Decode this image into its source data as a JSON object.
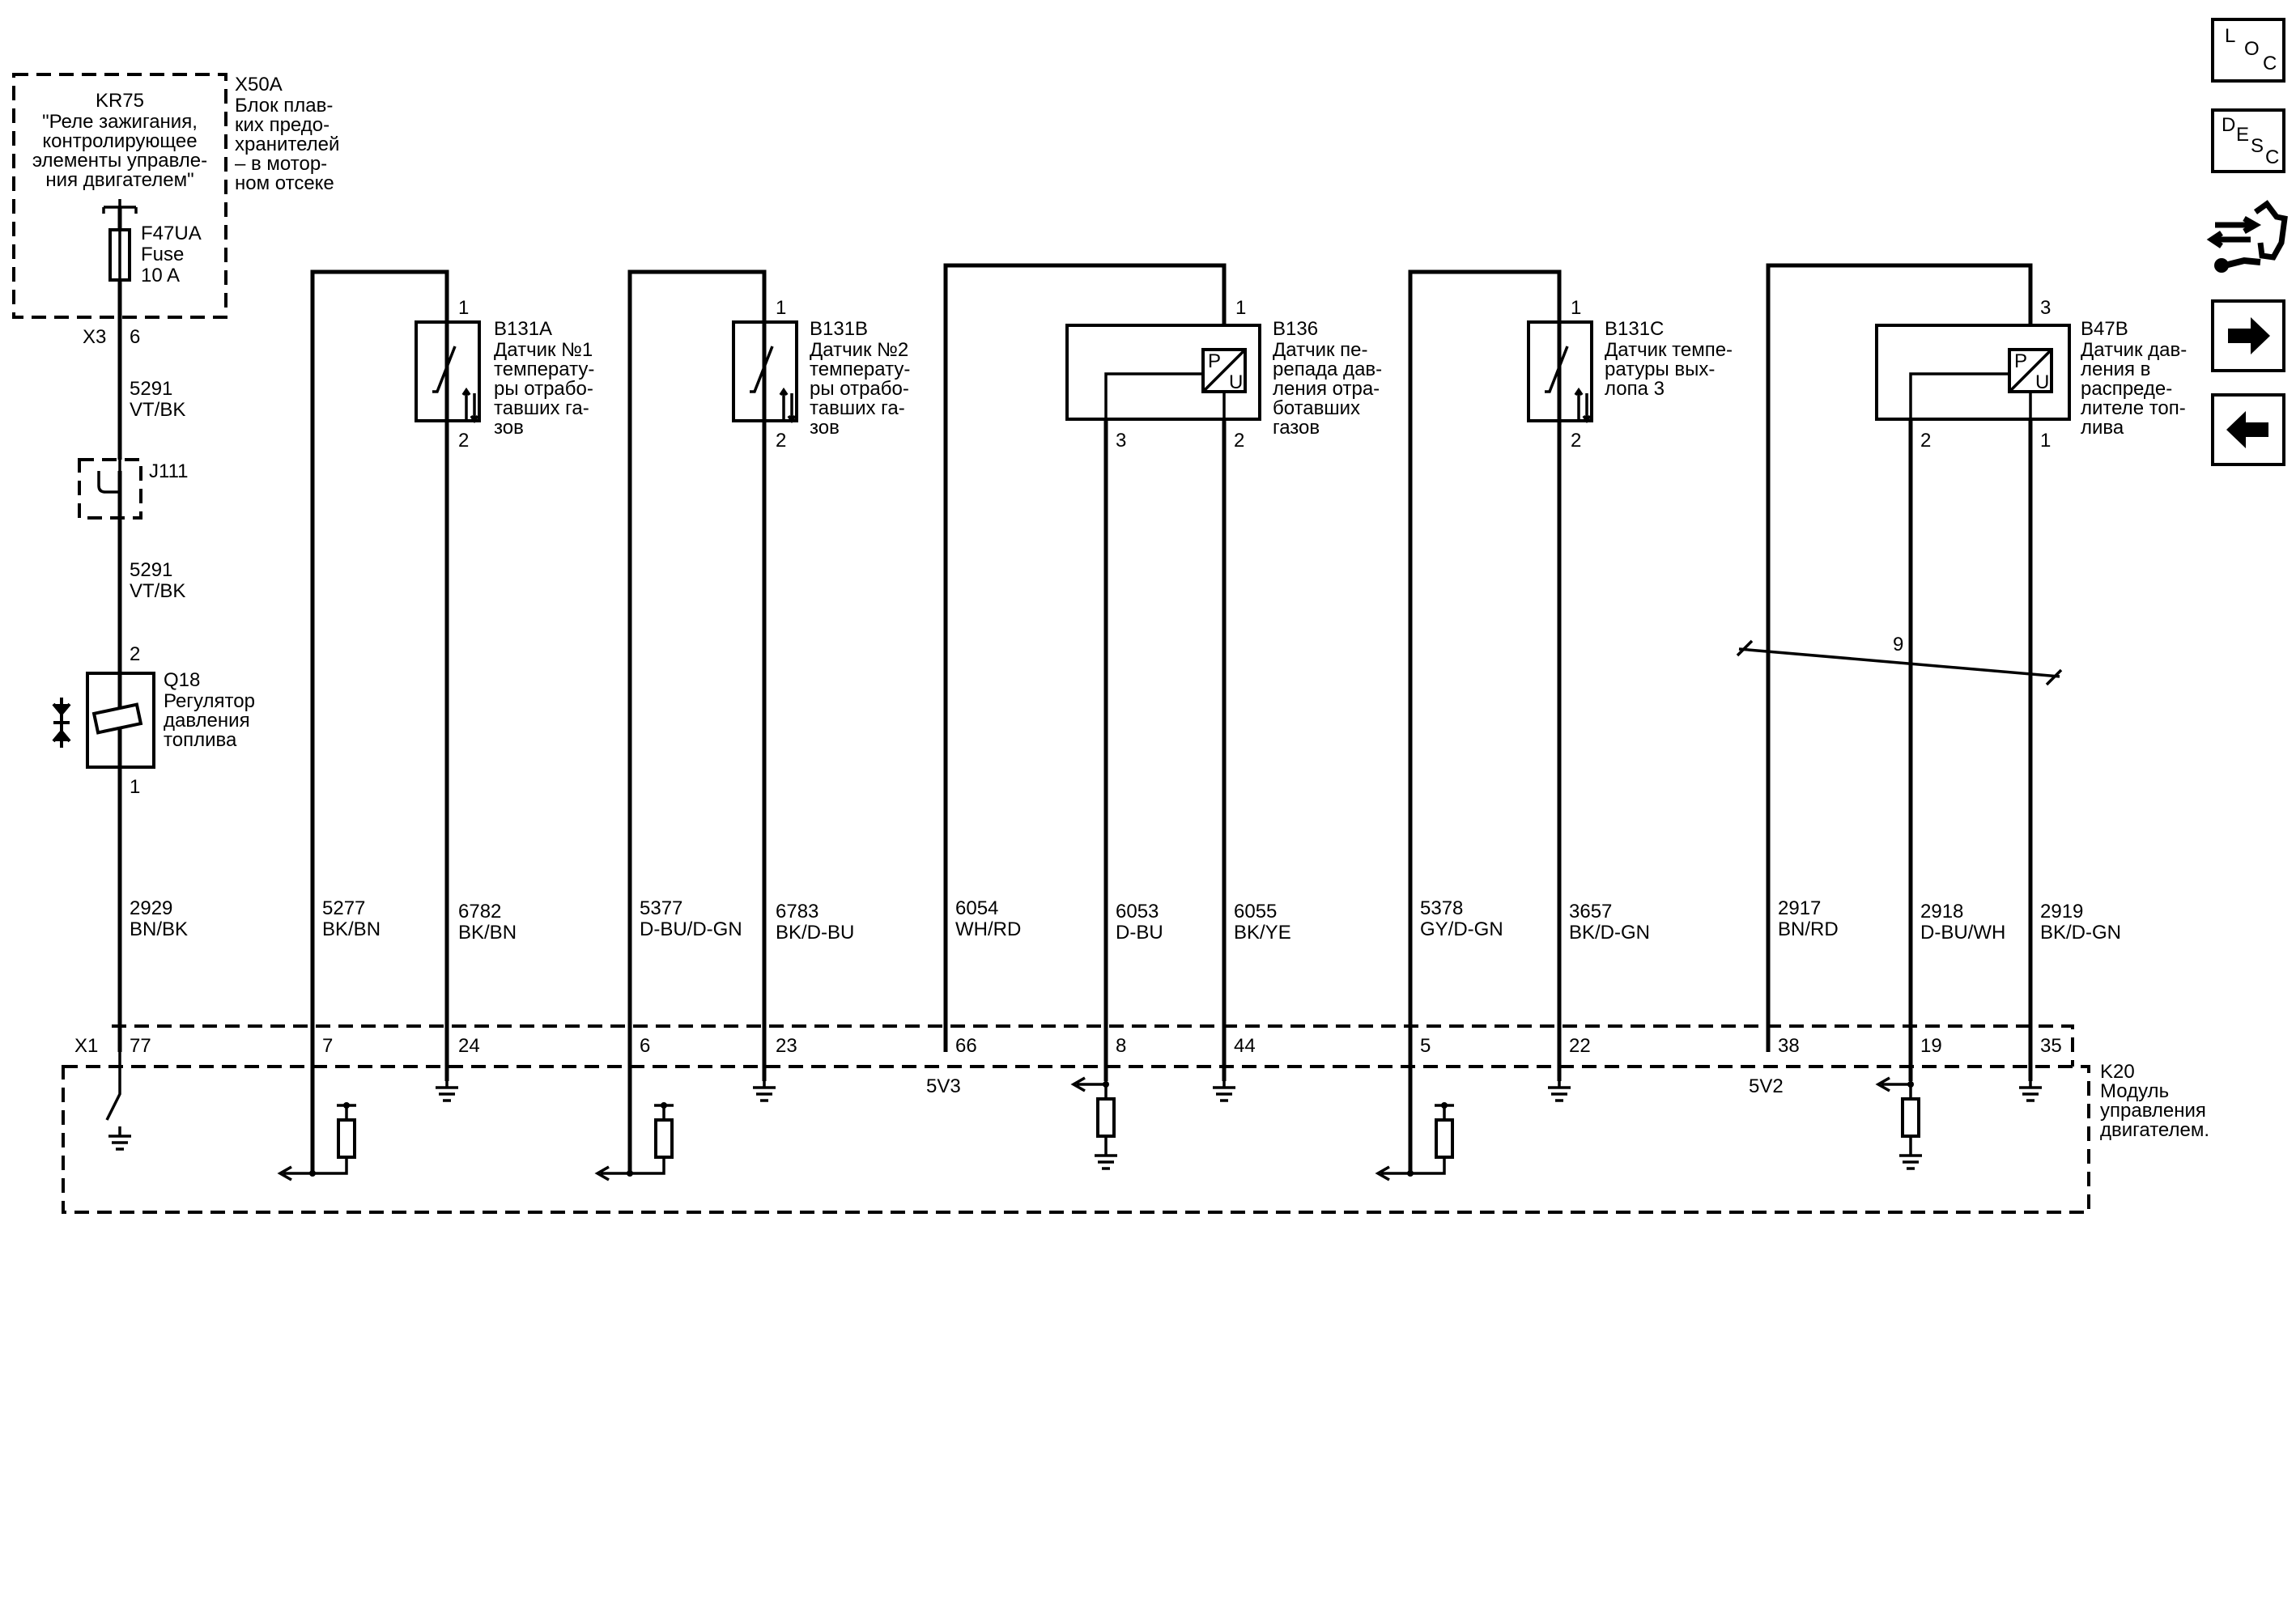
{
  "nav": {
    "loc": [
      "L",
      "O",
      "C"
    ],
    "desc": [
      "D",
      "E",
      "S",
      "C"
    ],
    "icons": [
      "loc-icon",
      "desc-icon",
      "connector-tool-icon",
      "arrow-right-icon",
      "arrow-left-icon"
    ]
  },
  "relay": {
    "id": "KR75",
    "name": [
      "\"Реле зажигания,",
      "контролирующее",
      "элементы управле-",
      "ния двигателем\""
    ]
  },
  "fuse_block": {
    "id": "X50A",
    "name": [
      "Блок плав-",
      "ких предо-",
      "хранителей",
      "– в мотор-",
      "ном отсеке"
    ]
  },
  "fuse": {
    "id": "F47UA",
    "type": "Fuse",
    "rating": "10 A"
  },
  "left_circuit": {
    "x3": "X3",
    "x3_pin": "6",
    "wire1_num": "5291",
    "wire1_color": "VT/BK",
    "splice": "J111",
    "wire2_num": "5291",
    "wire2_color": "VT/BK",
    "reg_pin_top": "2",
    "reg_pin_bottom": "1",
    "wire3_num": "2929",
    "wire3_color": "BN/BK"
  },
  "regulator": {
    "id": "Q18",
    "name": [
      "Регулятор",
      "давления",
      "топлива"
    ]
  },
  "sensors": [
    {
      "id": "B131A",
      "name": [
        "Датчик №1",
        "температу-",
        "ры отрабо-",
        "тавших га-",
        "зов"
      ],
      "pin_top": "1",
      "pin_bottom": "2"
    },
    {
      "id": "B131B",
      "name": [
        "Датчик №2",
        "температу-",
        "ры отрабо-",
        "тавших га-",
        "зов"
      ],
      "pin_top": "1",
      "pin_bottom": "2"
    },
    {
      "id": "B136",
      "name": [
        "Датчик пе-",
        "репада дав-",
        "ления отра-",
        "ботавших",
        "газов"
      ],
      "pin_top": "1",
      "pin_a": "3",
      "pin_b": "2"
    },
    {
      "id": "B131C",
      "name": [
        "Датчик темпе-",
        "ратуры вых-",
        "лопа 3"
      ],
      "pin_top": "1",
      "pin_bottom": "2"
    },
    {
      "id": "B47B",
      "name": [
        "Датчик дав-",
        "ления в",
        "распреде-",
        "лителе топ-",
        "лива"
      ],
      "pin_top": "3",
      "pin_a": "2",
      "pin_b": "1"
    }
  ],
  "wires": [
    {
      "num": "5277",
      "color": "BK/BN",
      "pin": "7"
    },
    {
      "num": "6782",
      "color": "BK/BN",
      "pin": "24"
    },
    {
      "num": "5377",
      "color": "D-BU/D-GN",
      "pin": "6"
    },
    {
      "num": "6783",
      "color": "BK/D-BU",
      "pin": "23"
    },
    {
      "num": "6054",
      "color": "WH/RD",
      "pin": "66"
    },
    {
      "num": "6053",
      "color": "D-BU",
      "pin": "8"
    },
    {
      "num": "6055",
      "color": "BK/YE",
      "pin": "44"
    },
    {
      "num": "5378",
      "color": "GY/D-GN",
      "pin": "5"
    },
    {
      "num": "3657",
      "color": "BK/D-GN",
      "pin": "22"
    },
    {
      "num": "2917",
      "color": "BN/RD",
      "pin": "38"
    },
    {
      "num": "2918",
      "color": "D-BU/WH",
      "pin": "19"
    },
    {
      "num": "2919",
      "color": "BK/D-GN",
      "pin": "35"
    }
  ],
  "module": {
    "connector": "X1",
    "connector_pin": "77",
    "id": "K20",
    "name": [
      "Модуль",
      "управления",
      "двигателем."
    ],
    "ref_5v3": "5V3",
    "ref_5v2": "5V2"
  },
  "twist_count": "9"
}
